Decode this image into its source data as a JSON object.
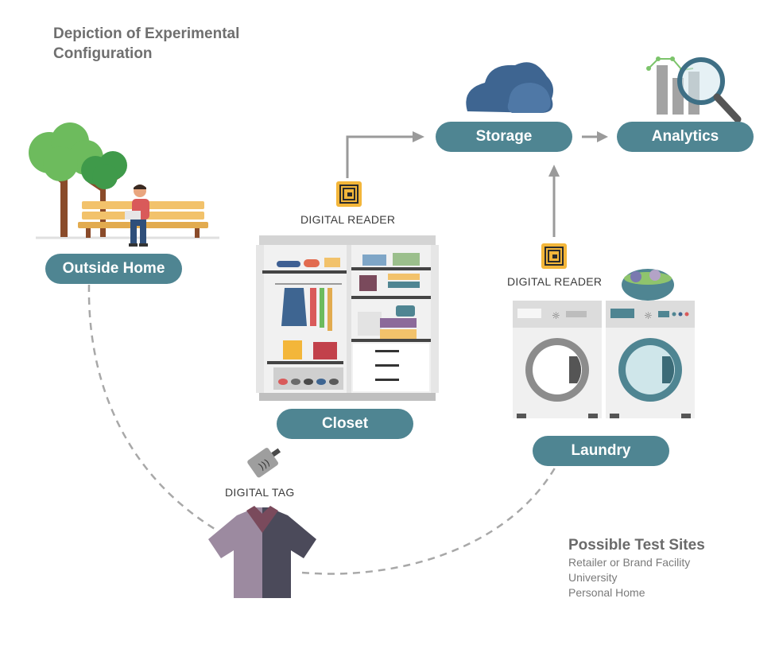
{
  "title": "Depiction of Experimental Configuration",
  "nodes": {
    "outside_home": "Outside Home",
    "closet": "Closet",
    "laundry": "Laundry",
    "storage": "Storage",
    "analytics": "Analytics"
  },
  "captions": {
    "reader_closet": "DIGITAL READER",
    "reader_laundry": "DIGITAL READER",
    "tag": "DIGITAL TAG"
  },
  "test_sites": {
    "heading": "Possible Test Sites",
    "items": [
      "Retailer or Brand Facility",
      "University",
      "Personal Home"
    ]
  },
  "colors": {
    "pill": "#4f8592",
    "arrow": "#9a9a9a",
    "tree": "#6dbb5d",
    "trunk": "#8a4b2a",
    "bench": "#f2c26b",
    "cloud": "#3e6591",
    "reader": "#f3b63a",
    "shirt_left": "#9c8aa0",
    "shirt_right": "#4b4a5a"
  }
}
